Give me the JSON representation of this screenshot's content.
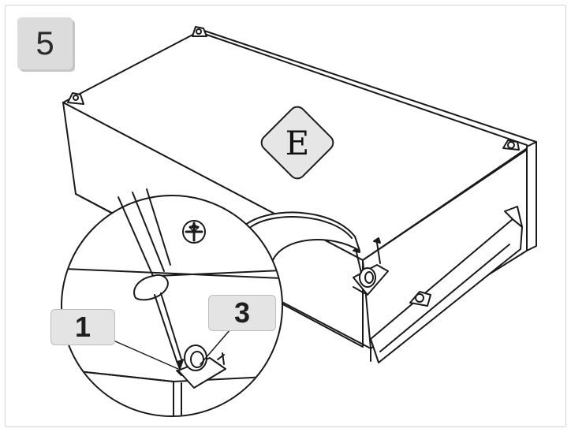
{
  "step": {
    "number": "5"
  },
  "panel": {
    "letter": "E"
  },
  "callouts": {
    "left": "1",
    "right": "3"
  },
  "icons": {
    "phillips": "phillips-screwdriver-symbol-icon",
    "screwdriver": "screwdriver-icon",
    "caster": "caster-wheel-icon",
    "screw": "screw-icon"
  },
  "colors": {
    "ink": "#1a1a1a",
    "badge": "#dcdcdc",
    "callout": "#e4e4e4"
  }
}
